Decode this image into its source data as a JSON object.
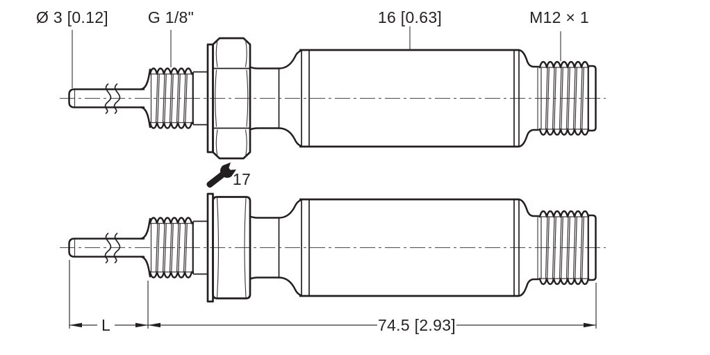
{
  "drawing": {
    "background_color": "#ffffff",
    "line_color": "#231f20"
  },
  "callouts": {
    "probe_diameter": "Ø 3 [0.12]",
    "process_thread": "G 1/8\"",
    "body_diameter": "16 [0.63]",
    "connector_thread": "M12 × 1"
  },
  "wrench_callout": {
    "icon": "open-end-wrench-icon",
    "wrench_size": "17"
  },
  "dimensions": {
    "insertion_length_label": "L",
    "overall_length": "74.5 [2.93]"
  }
}
